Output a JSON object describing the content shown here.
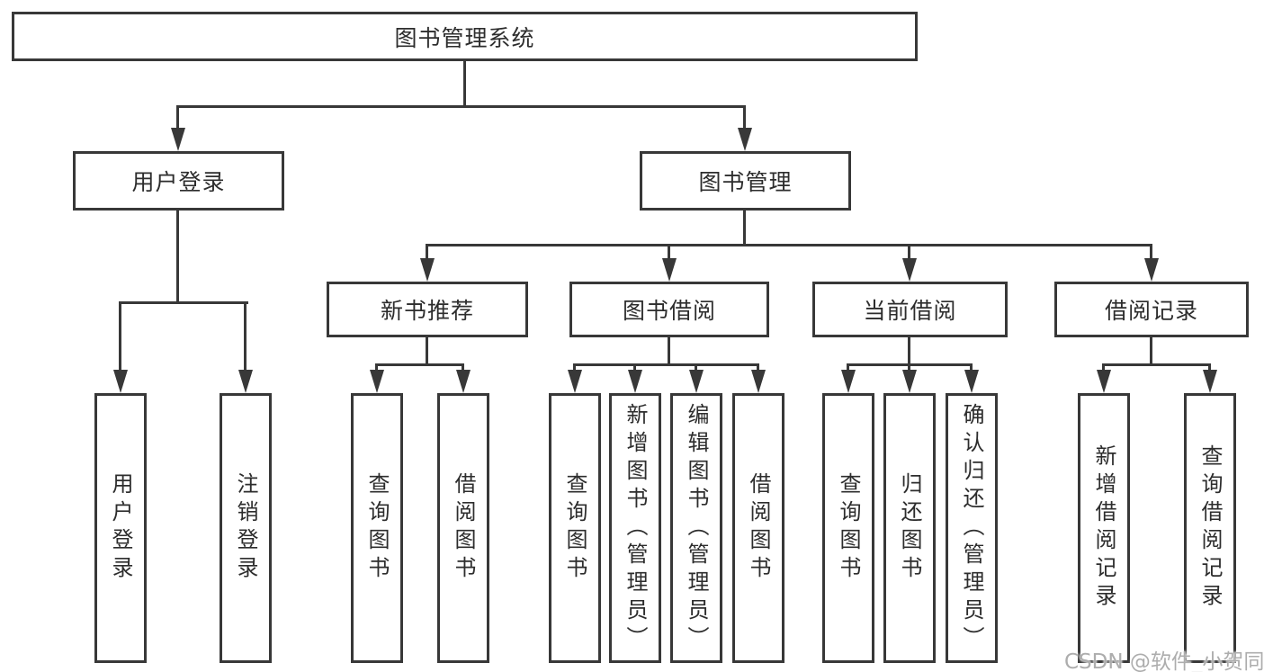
{
  "tree": {
    "root": {
      "label": "图书管理系统"
    },
    "branches": [
      {
        "label": "用户登录",
        "children": [
          {
            "label": "用户登录"
          },
          {
            "label": "注销登录"
          }
        ]
      },
      {
        "label": "图书管理",
        "sections": [
          {
            "label": "新书推荐",
            "children": [
              {
                "label": "查询图书"
              },
              {
                "label": "借阅图书"
              }
            ]
          },
          {
            "label": "图书借阅",
            "children": [
              {
                "label": "查询图书"
              },
              {
                "label": "新增图书（管理员）"
              },
              {
                "label": "编辑图书（管理员）"
              },
              {
                "label": "借阅图书"
              }
            ]
          },
          {
            "label": "当前借阅",
            "children": [
              {
                "label": "查询图书"
              },
              {
                "label": "归还图书"
              },
              {
                "label": "确认归还（管理员）"
              }
            ]
          },
          {
            "label": "借阅记录",
            "children": [
              {
                "label": "新增借阅记录"
              },
              {
                "label": "查询借阅记录"
              }
            ]
          }
        ]
      }
    ]
  },
  "watermark": {
    "text": "CSDN @软件_小贺同学"
  },
  "colors": {
    "line": "#383838",
    "box_background": "#ffffff",
    "page_background": "#ffffff",
    "text": "#2d2d2d",
    "watermark": "#adadad"
  }
}
